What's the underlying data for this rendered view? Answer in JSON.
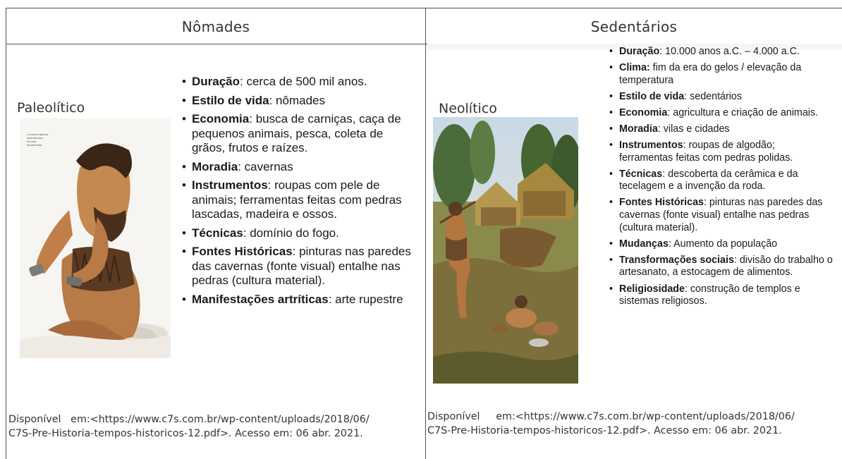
{
  "columns": [
    {
      "title": "Nômades"
    },
    {
      "title": "Sedentários"
    }
  ],
  "paleolitico": {
    "era": "Paleolítico",
    "image_caption": "o homem fabrica instrumentos de todo ferramentas",
    "facts": [
      {
        "label": "Duração",
        "text": ": cerca de 500 mil anos."
      },
      {
        "label": "Estilo de vida",
        "text": ": nômades"
      },
      {
        "label": "Economia",
        "text": ": busca de carniças, caça de pequenos animais, pesca, coleta de grãos, frutos e raízes."
      },
      {
        "label": "Moradia",
        "text": ": cavernas"
      },
      {
        "label": "Instrumentos",
        "text": ": roupas com pele de animais; ferramentas feitas com pedras lascadas, madeira e ossos."
      },
      {
        "label": "Técnicas",
        "text": ": domínio do fogo."
      },
      {
        "label": "Fontes Históricas",
        "text": ": pinturas nas paredes das cavernas (fonte visual) entalhe nas pedras (cultura material)."
      },
      {
        "label": "Manifestações artríticas",
        "text": ": arte rupestre"
      }
    ],
    "source_line1": "Disponível   em:<https://www.c7s.com.br/wp-content/uploads/2018/06/",
    "source_line2": "C7S-Pre-Historia-tempos-historicos-12.pdf>. Acesso em: 06 abr. 2021."
  },
  "neolitico": {
    "era": "Neolítico",
    "facts": [
      {
        "label": "Duração",
        "text": ": 10.000 anos a.C. – 4.000 a.C."
      },
      {
        "label": "Clima:",
        "text": " fim da era do gelos / elevação da temperatura"
      },
      {
        "label": "Estilo de vida",
        "text": ": sedentários"
      },
      {
        "label": "Economia",
        "text": ": agricultura e criação de animais."
      },
      {
        "label": "Moradia",
        "text": ": vilas e cidades"
      },
      {
        "label": "Instrumentos",
        "text": ": roupas de algodão;\nferramentas feitas com pedras polidas."
      },
      {
        "label": "Técnicas",
        "text": ": descoberta da cerâmica e da tecelagem e a invenção da roda."
      },
      {
        "label": "Fontes Históricas",
        "text": ": pinturas nas paredes das cavernas (fonte visual) entalhe nas pedras (cultura material)."
      },
      {
        "label": "Mudanças",
        "text": ": Aumento da população"
      },
      {
        "label": "Transformações sociais",
        "text": ": divisão do trabalho o artesanato, a estocagem de alimentos."
      },
      {
        "label": "Religiosidade",
        "text": ": construção de templos e sistemas religiosos."
      }
    ],
    "source_line1": "Disponível     em:<https://www.c7s.com.br/wp-content/uploads/2018/06/",
    "source_line2": "C7S-Pre-Historia-tempos-historicos-12.pdf>. Acesso em: 06 abr. 2021."
  }
}
